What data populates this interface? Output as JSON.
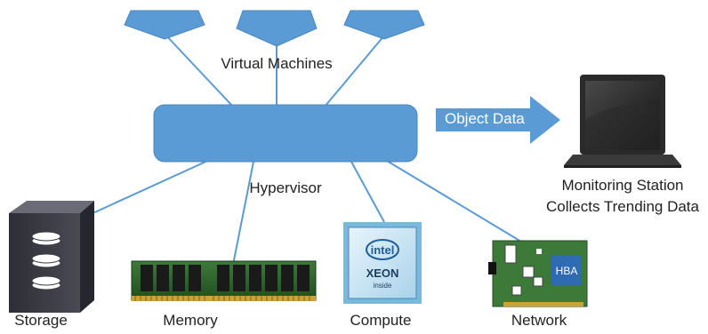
{
  "labels": {
    "virtual_machines": "Virtual Machines",
    "hypervisor": "Hypervisor",
    "object_data": "Object Data",
    "monitoring_line1": "Monitoring Station",
    "monitoring_line2": "Collects Trending Data",
    "storage": "Storage",
    "memory": "Memory",
    "compute": "Compute",
    "network": "Network"
  },
  "chip": {
    "brand": "intel",
    "model": "XEON",
    "tagline": "inside"
  },
  "nic": {
    "badge": "HBA"
  },
  "colors": {
    "node_fill": "#5b9bd5",
    "node_stroke": "#4a86c0",
    "connector": "#5b9bd5",
    "arrow": "#5b9bd5"
  },
  "icons": {
    "storage": "storage-server-icon",
    "memory": "ram-module-icon",
    "compute": "intel-xeon-cpu-icon",
    "network": "hba-network-card-icon",
    "monitoring": "laptop-icon"
  }
}
